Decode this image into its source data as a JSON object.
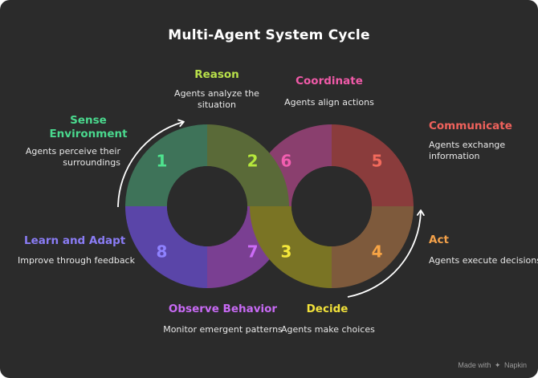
{
  "title": "Multi-Agent System Cycle",
  "stages": [
    {
      "number": "1",
      "title": "Sense\nEnvironment",
      "description": "Agents perceive their\nsurroundings",
      "color": "#3e7359",
      "title_color": "#4ad98e",
      "number_color": "#4ee38e"
    },
    {
      "number": "2",
      "title": "Reason",
      "description": "Agents analyze the\nsituation",
      "color": "#5a6a38",
      "title_color": "#b8e04a",
      "number_color": "#b5e83c"
    },
    {
      "number": "3",
      "title": "Decide",
      "description": "Agents make choices",
      "color": "#7a7424",
      "title_color": "#f2e23a",
      "number_color": "#f5e83a"
    },
    {
      "number": "4",
      "title": "Act",
      "description": "Agents execute decisions",
      "color": "#7e5a3c",
      "title_color": "#f5a24a",
      "number_color": "#f7a445"
    },
    {
      "number": "5",
      "title": "Communicate",
      "description": "Agents exchange\ninformation",
      "color": "#8a3c3c",
      "title_color": "#f0625c",
      "number_color": "#f26a5c"
    },
    {
      "number": "6",
      "title": "Coordinate",
      "description": "Agents align actions",
      "color": "#8a3f6e",
      "title_color": "#f05aa8",
      "number_color": "#f25eb0"
    },
    {
      "number": "7",
      "title": "Observe Behavior",
      "description": "Monitor emergent patterns",
      "color": "#7a3f92",
      "title_color": "#c86af5",
      "number_color": "#cc6cf7"
    },
    {
      "number": "8",
      "title": "Learn and Adapt",
      "description": "Improve through feedback",
      "color": "#5a45a8",
      "title_color": "#8a7cf5",
      "number_color": "#8f82ff"
    }
  ],
  "footer": {
    "prefix": "Made with",
    "brand": "Napkin"
  },
  "colors": {
    "background": "#2b2b2b",
    "hole": "#2b2b2b",
    "arrow": "#ffffff"
  }
}
